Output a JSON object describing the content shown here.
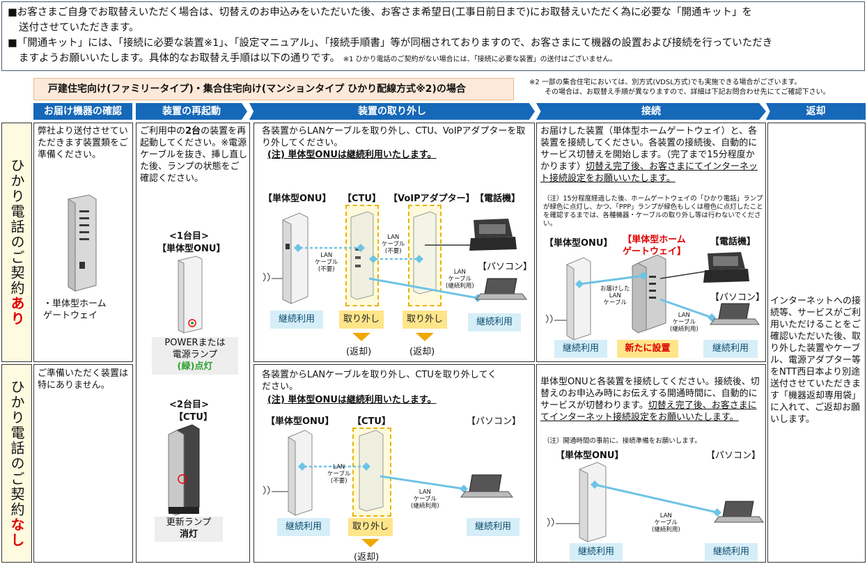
{
  "intro": {
    "line1": "■お客さまご自身でお取替えいただく場合は、切替えのお申込みをいただいた後、お客さま希望日(工事日前日まで)にお取替えいただく為に必要な「開通キット」を",
    "line2": "送付させていただきます。",
    "line3": "■「開通キット」には、「接続に必要な装置※1」、「設定マニュアル」、「接続手順書」等が同梱されておりますので、お客さまにて機器の設置および接続を行っていただき",
    "line4": "ますようお願いいたします。具体的なお取替え手順は以下の通りです。",
    "note1": "※1 ひかり電話のご契約がない場合には、「接続に必要な装置」の送付はございません。"
  },
  "case_title": "戸建住宅向け(ファミリータイプ)・集合住宅向け(マンションタイプ ひかり配線方式※2)の場合",
  "footnote2": {
    "line1": "※2 一部の集合住宅においては、別方式(VDSL方式)でも実施できる場合がございます。",
    "line2": "その場合は、お取替え手順が異なりますので、詳細は下記お問合わせ先にてご確認下さい。"
  },
  "steps": [
    "お届け機器の確認",
    "装置の再起動",
    "装置の取り外し",
    "接続",
    "返却"
  ],
  "rows": {
    "with": {
      "prefix": "ひかり電話のご契約",
      "suffix": "あり"
    },
    "without": {
      "prefix": "ひかり電話のご契約",
      "suffix": "なし"
    }
  },
  "check": {
    "with_text": "弊社より送付させていただきます装置類をご準備ください。",
    "device_label": "・単体型ホーム\nゲートウェイ",
    "without_text": "ご準備いただく装置は特にありません。"
  },
  "restart": {
    "text_a": "ご利用中の",
    "text_b": "2台",
    "text_c": "の装置を再起動してください。※電源ケーブルを抜き、挿し直した後、ランプの状態をご確認ください。",
    "first_title": "<1台目>",
    "first_device": "【単体型ONU】",
    "first_lamp1": "POWERまたは",
    "first_lamp2": "電源ランプ",
    "first_lamp3": "(緑)点灯",
    "second_title": "<2台目>",
    "second_device": "【CTU】",
    "second_lamp1": "更新ランプ",
    "second_lamp2": "消灯"
  },
  "remove_with": {
    "text": "各装置からLANケーブルを取り外し、CTU、VoIPアダプターを取り外してください。",
    "note": "(注) 単体型ONUは継続利用いたします。",
    "lbl_onu": "【単体型ONU】",
    "lbl_ctu": "【CTU】",
    "lbl_voip": "【VoIPアダプター】",
    "lbl_phone": "【電話機】",
    "lbl_pc": "【パソコン】",
    "cable1": "LAN\nケーブル\n(不要)",
    "cable2": "LAN\nケーブル\n(不要)",
    "cable3": "LAN\nケーブル\n(継続利用)",
    "tag_continue1": "継続利用",
    "tag_remove1": "取り外し",
    "tag_remove2": "取り外し",
    "tag_continue2": "継続利用",
    "return1": "(返却)",
    "return2": "(返却)"
  },
  "remove_without": {
    "text": "各装置からLANケーブルを取り外し、CTUを取り外してください。",
    "note": "(注) 単体型ONUは継続利用いたします。",
    "lbl_onu": "【単体型ONU】",
    "lbl_ctu": "【CTU】",
    "lbl_pc": "【パソコン】",
    "cable1": "LAN\nケーブル\n(不要)",
    "cable2": "LAN\nケーブル\n(継続利用)",
    "tag_continue1": "継続利用",
    "tag_remove": "取り外し",
    "tag_continue2": "継続利用",
    "return1": "(返却)"
  },
  "connect_with": {
    "text_a": "お届けした装置（単体型ホームゲートウェイ）と、各装置を接続してください。各装置の接続後、自動的にサービス切替えを開始します。（完了まで15分程度かかります）",
    "text_b": "切替え完了後、お客さまにてインターネット接続設定をお願いいたします。",
    "note": "（注）15分程度経過した後、ホームゲートウェイの「ひかり電話」ランプが緑色に点灯し、かつ、「PPP」ランプが緑色もしくは橙色に点灯したことを確認するまでは、各種機器・ケーブルの取り外し等は行わないでください。",
    "lbl_onu": "【単体型ONU】",
    "lbl_hgw": "【単体型ホーム\nゲートウェイ】",
    "lbl_phone": "【電話機】",
    "lbl_pc": "【パソコン】",
    "cable1": "お届けした\nLAN\nケーブル",
    "cable2": "LAN\nケーブル\n(継続利用)",
    "tag_continue1": "継続利用",
    "tag_new": "新たに設置",
    "tag_continue2": "継続利用"
  },
  "connect_without": {
    "text_a": "単体型ONUと各装置を接続してください。接続後、切替えのお申込み時にお伝えする開通時間に、自動的にサービスが切替わります。",
    "text_b": "切替え完了後、お客さまにてインターネット接続設定をお願いいたします。",
    "note": "（注）開通時間の事前に、接続準備をお願いします。",
    "lbl_onu": "【単体型ONU】",
    "lbl_pc": "【パソコン】",
    "cable1": "LAN\nケーブル\n(継続利用)",
    "tag_continue1": "継続利用",
    "tag_continue2": "継続利用"
  },
  "return": {
    "text": "インターネットへの接続等、サービスがご利用いただけることをご確認いただいた後、取り外した装置やケーブル、電源アダプター等をNTT西日本より別途送付させていただきます「機器返却専用袋」に入れて、ご返却お願いします。"
  },
  "colors": {
    "step_blue": "#1668b8",
    "accent_red": "#e00000",
    "tag_yellow": "#ffe58a",
    "tag_blue": "#d6eef8",
    "header_peach": "#fde9d9"
  }
}
